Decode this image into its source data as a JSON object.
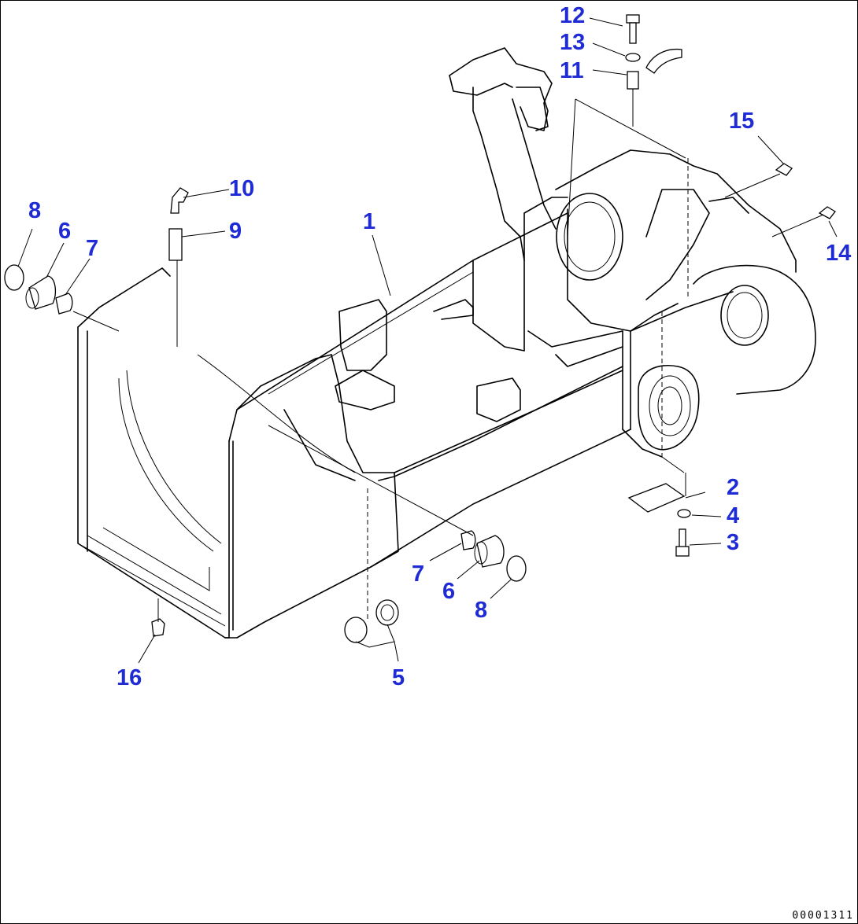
{
  "colors": {
    "callout": "#1f2bd4",
    "line": "#000000"
  },
  "callouts": {
    "c1": "1",
    "c2": "2",
    "c3": "3",
    "c4": "4",
    "c5": "5",
    "c6_left": "6",
    "c7_left": "7",
    "c8_left": "8",
    "c6_right": "6",
    "c7_right": "7",
    "c8_right": "8",
    "c9": "9",
    "c10": "10",
    "c11": "11",
    "c12": "12",
    "c13": "13",
    "c14": "14",
    "c15": "15",
    "c16": "16"
  },
  "drawing_code": "00001311"
}
